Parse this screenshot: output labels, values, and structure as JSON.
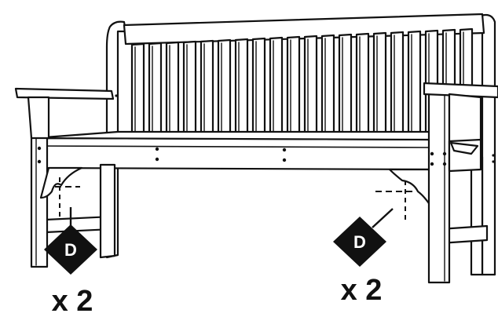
{
  "diagram": {
    "callouts": [
      {
        "letter": "D",
        "quantity": "x 2"
      },
      {
        "letter": "D",
        "quantity": "x 2"
      }
    ]
  },
  "colors": {
    "ink": "#111111",
    "background": "#ffffff"
  }
}
